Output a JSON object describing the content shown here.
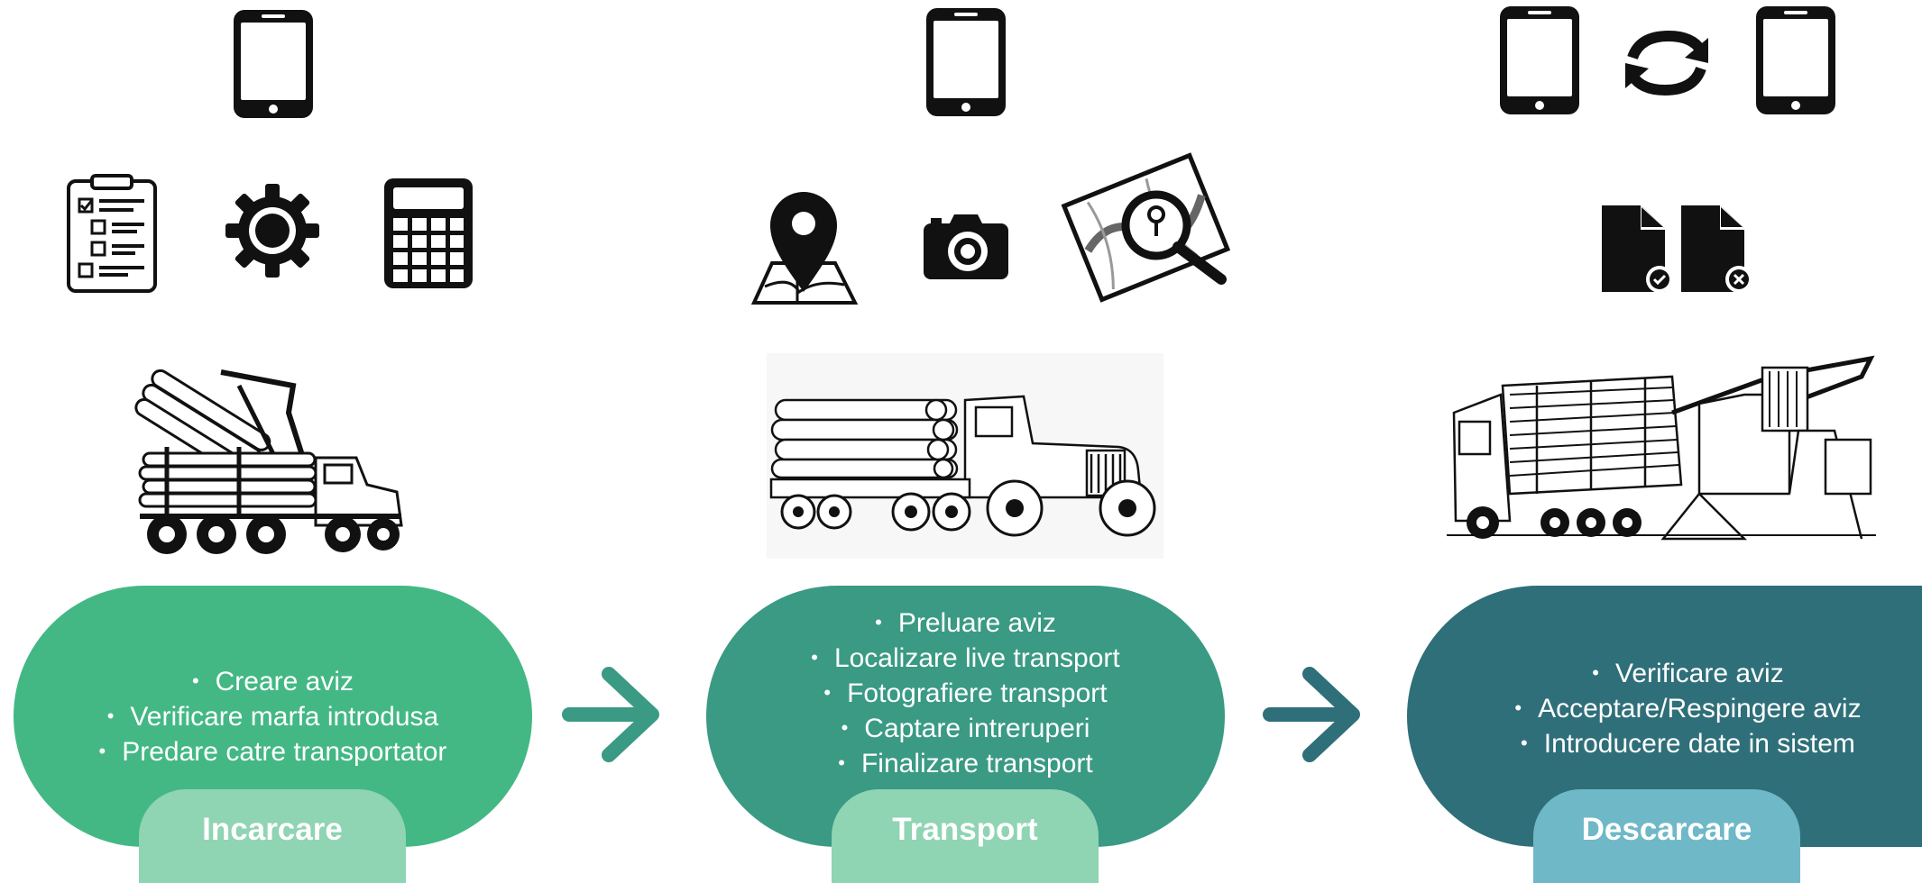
{
  "stages": [
    {
      "title": "Incarcare",
      "pill_color": "#43b884",
      "tab_color": "#8fd4b3",
      "items": [
        "Creare aviz",
        "Verificare marfa introdusa",
        "Predare catre transportator"
      ],
      "icons": [
        "smartphone-icon",
        "checklist-icon",
        "gear-icon",
        "calculator-icon",
        "log-loader-truck-illustration"
      ]
    },
    {
      "title": "Transport",
      "pill_color": "#3a9a84",
      "tab_color": "#8fd4b3",
      "items": [
        "Preluare aviz",
        "Localizare live transport",
        "Fotografiere transport",
        "Captare intreruperi",
        "Finalizare transport"
      ],
      "icons": [
        "smartphone-icon",
        "map-pin-icon",
        "camera-icon",
        "map-search-icon",
        "logging-truck-illustration"
      ]
    },
    {
      "title": "Descarcare",
      "pill_color": "#2f6f79",
      "tab_color": "#6fb8c8",
      "items": [
        "Verificare aviz",
        "Acceptare/Respingere aviz",
        "Introducere date in sistem"
      ],
      "icons": [
        "smartphone-icon",
        "sync-icon",
        "smartphone-icon",
        "document-accepted-icon",
        "document-rejected-icon",
        "unloading-crane-illustration"
      ]
    }
  ],
  "arrow_colors": [
    "#3a9a84",
    "#2f6f79"
  ]
}
